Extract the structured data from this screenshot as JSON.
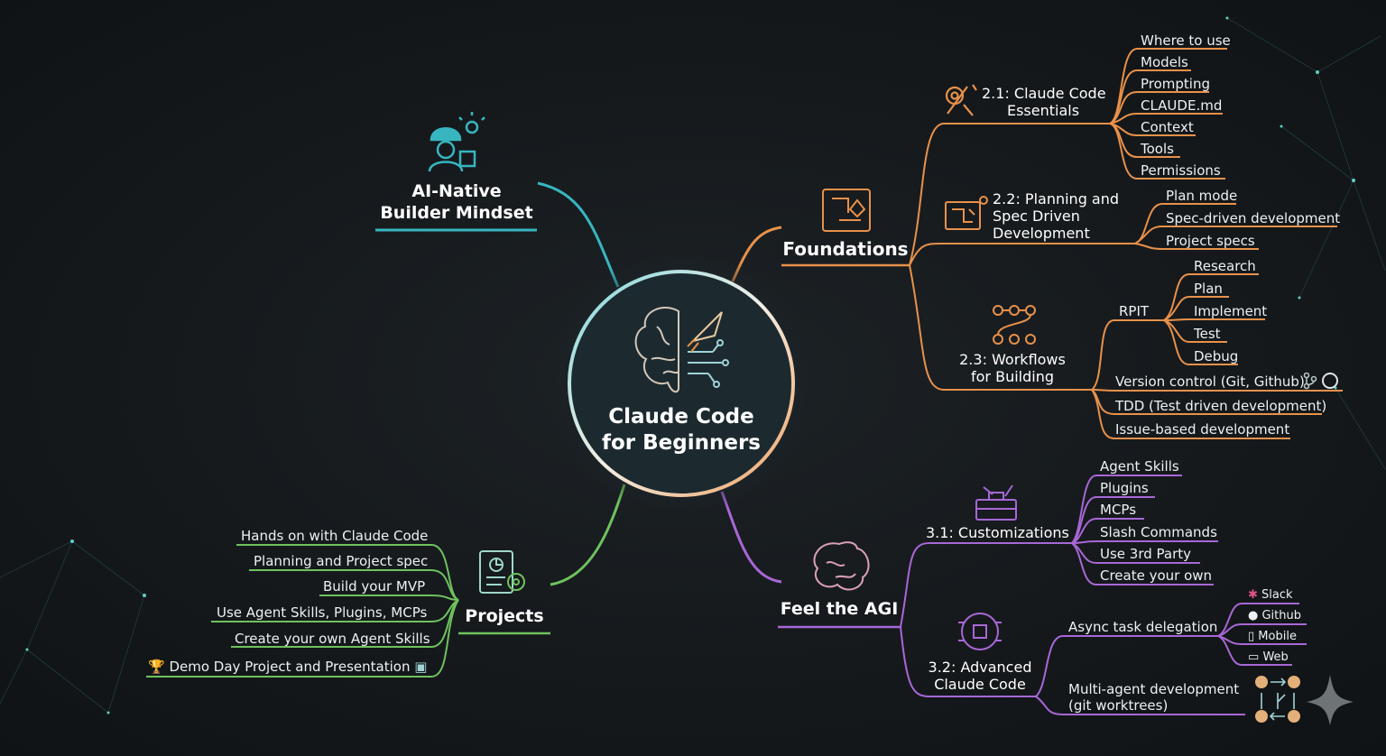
{
  "center": {
    "line1": "Claude Code",
    "line2": "for Beginners"
  },
  "colors": {
    "teal": "#37b6c0",
    "orange": "#e8914a",
    "purple": "#a867d6",
    "green": "#6fc25e",
    "background": "#15191c"
  },
  "mindset": {
    "line1": "AI-Native",
    "line2": "Builder Mindset"
  },
  "foundations": {
    "title": "Foundations",
    "essentials": {
      "line1": "2.1: Claude Code",
      "line2": "Essentials",
      "items": [
        "Where to use",
        "Models",
        "Prompting",
        "CLAUDE.md",
        "Context",
        "Tools",
        "Permissions"
      ]
    },
    "planning": {
      "line1": "2.2: Planning and",
      "line2": "Spec Driven",
      "line3": "Development",
      "items": [
        "Plan mode",
        "Spec-driven development",
        "Project specs"
      ]
    },
    "workflows": {
      "line1": "2.3: Workflows",
      "line2": "for Building",
      "rpit": "RPIT",
      "rpit_items": [
        "Research",
        "Plan",
        "Implement",
        "Test",
        "Debug"
      ],
      "items": [
        "Version control (Git, Github)",
        "TDD (Test driven development)",
        "Issue-based development"
      ]
    }
  },
  "agi": {
    "title": "Feel the AGI",
    "customizations": {
      "title": "3.1: Customizations",
      "items": [
        "Agent Skills",
        "Plugins",
        "MCPs",
        "Slash Commands",
        "Use 3rd Party",
        "Create your own"
      ]
    },
    "advanced": {
      "line1": "3.2: Advanced",
      "line2": "Claude Code",
      "async": "Async task delegation",
      "async_items": [
        "Slack",
        "Github",
        "Mobile",
        "Web"
      ],
      "multi_line1": "Multi-agent development",
      "multi_line2": "(git worktrees)"
    }
  },
  "projects": {
    "title": "Projects",
    "items": [
      "Hands on with Claude Code",
      "Planning and Project spec",
      "Build your MVP",
      "Use Agent Skills, Plugins, MCPs",
      "Create your own Agent Skills",
      "Demo Day Project and Presentation"
    ]
  }
}
